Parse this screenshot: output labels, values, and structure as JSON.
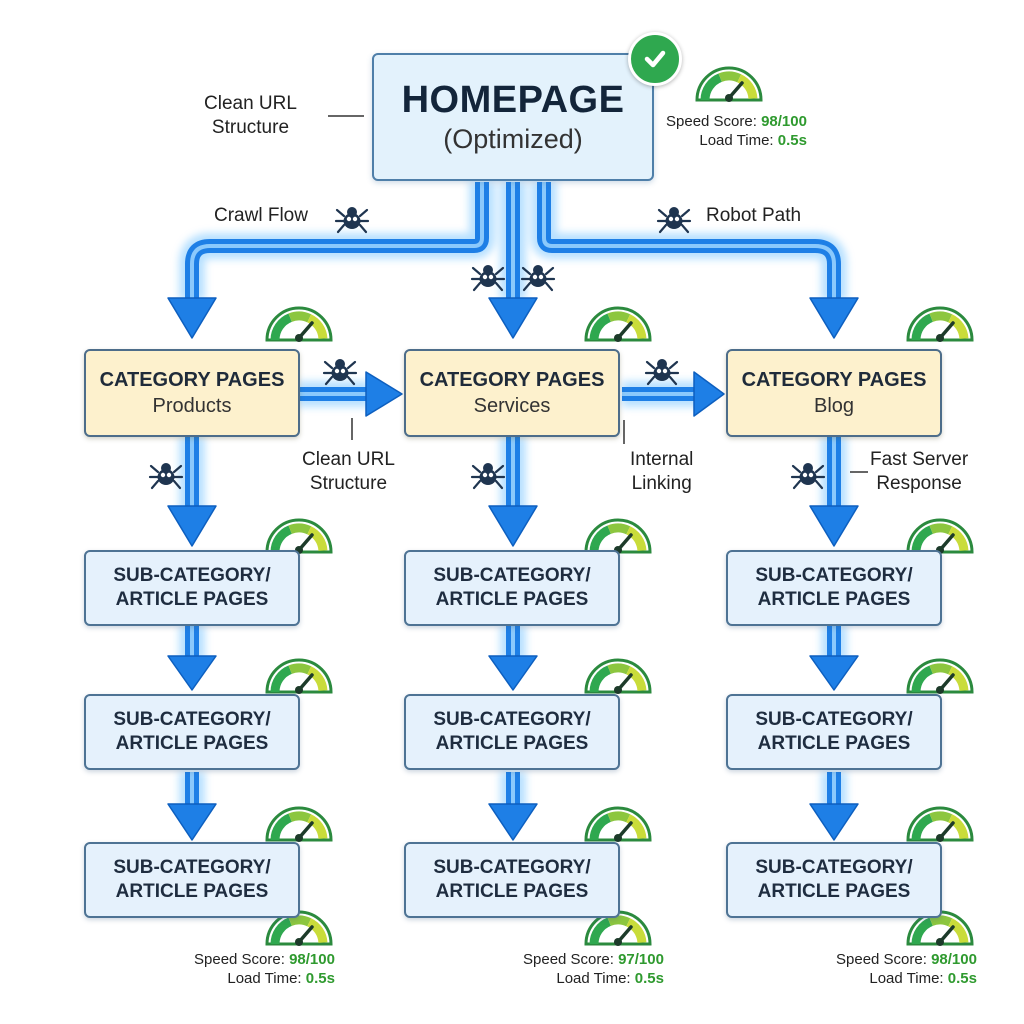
{
  "homepage": {
    "title": "HOMEPAGE",
    "subtitle": "(Optimized)"
  },
  "labels": {
    "clean_url_top": [
      "Clean URL",
      "Structure"
    ],
    "crawl_flow": "Crawl Flow",
    "robot_path": "Robot Path",
    "clean_url_mid": [
      "Clean URL",
      "Structure"
    ],
    "internal_linking": [
      "Internal",
      "Linking"
    ],
    "fast_server": [
      "Fast Server",
      "Response"
    ]
  },
  "categories": [
    {
      "title": "CATEGORY PAGES",
      "subtitle": "Products"
    },
    {
      "title": "CATEGORY PAGES",
      "subtitle": "Services"
    },
    {
      "title": "CATEGORY PAGES",
      "subtitle": "Blog"
    }
  ],
  "subpage_label": [
    "SUB-CATEGORY/",
    "ARTICLE PAGES"
  ],
  "scores": {
    "top": {
      "speed_label": "Speed Score:",
      "speed_value": "98/100",
      "load_label": "Load Time:",
      "load_value": "0.5s"
    },
    "col1": {
      "speed_label": "Speed Score:",
      "speed_value": "98/100",
      "load_label": "Load Time:",
      "load_value": "0.5s"
    },
    "col2": {
      "speed_label": "Speed Score:",
      "speed_value": "97/100",
      "load_label": "Load Time:",
      "load_value": "0.5s"
    },
    "col3": {
      "speed_label": "Speed Score:",
      "speed_value": "98/100",
      "load_label": "Load Time:",
      "load_value": "0.5s"
    }
  },
  "icons": {
    "check": "check-icon",
    "gauge": "speed-gauge-icon",
    "bug": "crawler-bug-icon"
  },
  "colors": {
    "arrow": "#1e7fe6",
    "arrow_glow": "#7ec8ff",
    "score_value": "#2f9a2f",
    "category_fill": "#fdf1cd",
    "subpage_fill": "#e5f1fc",
    "check": "#2fa84f"
  }
}
